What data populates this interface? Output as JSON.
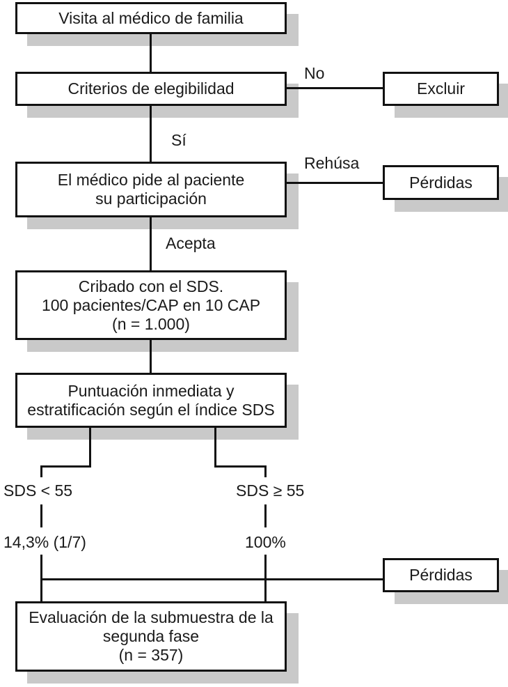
{
  "nodes": {
    "visita": {
      "label": "Visita al médico de familia"
    },
    "criterios": {
      "label": "Criterios de elegibilidad"
    },
    "excluir": {
      "label": "Excluir"
    },
    "peticion": {
      "label": "El médico pide al paciente\nsu participación"
    },
    "perdidas1": {
      "label": "Pérdidas"
    },
    "cribado": {
      "label": "Cribado con el SDS.\n100 pacientes/CAP en 10 CAP\n(n = 1.000)"
    },
    "puntuacion": {
      "label": "Puntuación inmediata y\nestratificación según el índice SDS"
    },
    "perdidas2": {
      "label": "Pérdidas"
    },
    "evaluacion": {
      "label": "Evaluación de la submuestra de la\nsegunda fase\n(n = 357)"
    }
  },
  "edge_labels": {
    "no": "No",
    "si": "Sí",
    "rehusa": "Rehúsa",
    "acepta": "Acepta",
    "sds_lt": "SDS < 55",
    "sds_ge": "SDS ≥ 55",
    "pct_lt": "14,3% (1/7)",
    "pct_ge": "100%"
  },
  "colors": {
    "line": "#111111",
    "shadow": "#c9c9c9",
    "box_background": "#ffffff",
    "text": "#1a1a1a"
  }
}
